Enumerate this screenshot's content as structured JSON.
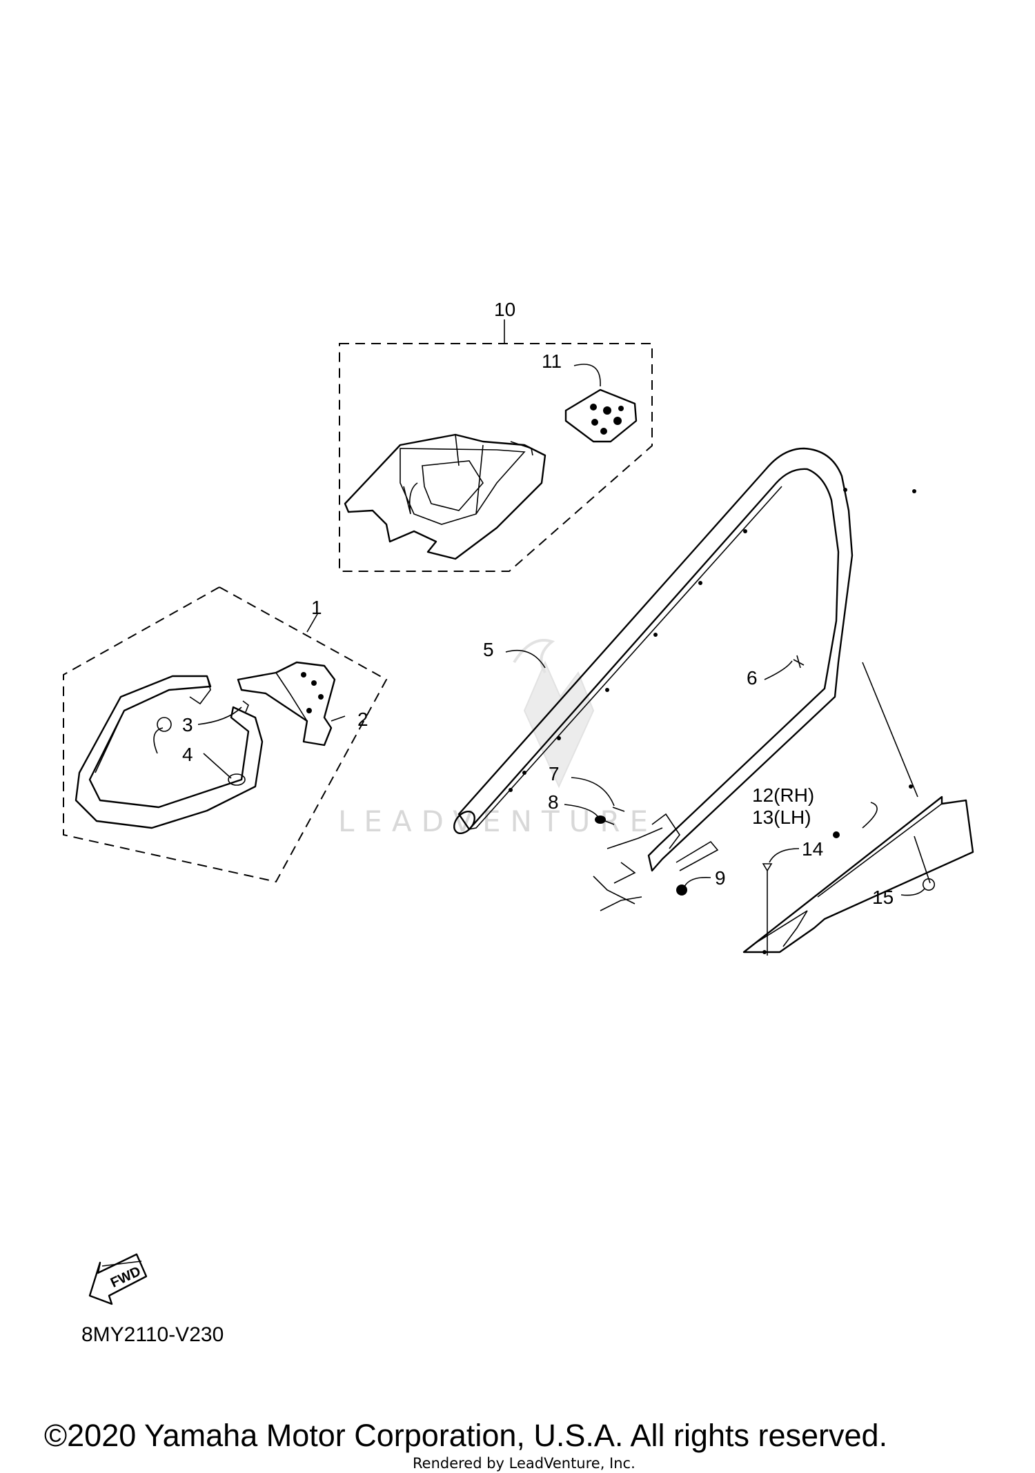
{
  "diagram": {
    "callouts": [
      {
        "id": "10",
        "label": "10"
      },
      {
        "id": "11",
        "label": "11"
      },
      {
        "id": "1",
        "label": "1"
      },
      {
        "id": "2",
        "label": "2"
      },
      {
        "id": "3",
        "label": "3"
      },
      {
        "id": "4",
        "label": "4"
      },
      {
        "id": "5",
        "label": "5"
      },
      {
        "id": "6",
        "label": "6"
      },
      {
        "id": "7",
        "label": "7"
      },
      {
        "id": "8",
        "label": "8"
      },
      {
        "id": "9",
        "label": "9"
      },
      {
        "id": "12",
        "label": "12(RH)"
      },
      {
        "id": "13",
        "label": "13(LH)"
      },
      {
        "id": "14",
        "label": "14"
      },
      {
        "id": "15",
        "label": "15"
      }
    ],
    "fwd_label": "FWD",
    "diagram_code": "8MY2110-V230",
    "watermark": "LEADVENTURE",
    "copyright": "©2020 Yamaha Motor Corporation, U.S.A. All rights reserved.",
    "rendered_by": "Rendered by LeadVenture, Inc."
  }
}
